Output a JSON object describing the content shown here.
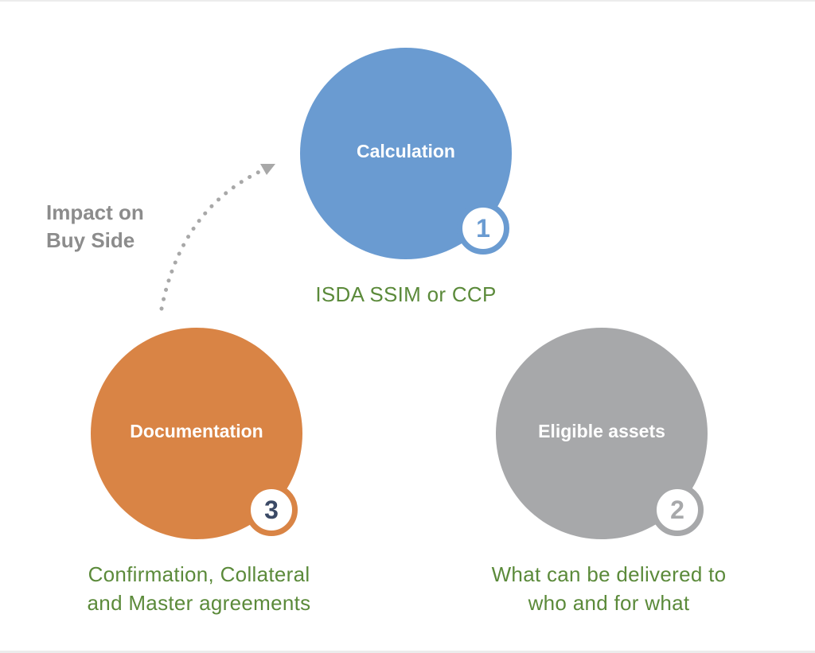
{
  "side_note": {
    "line1": "Impact on",
    "line2": "Buy Side"
  },
  "nodes": [
    {
      "label": "Calculation",
      "number": "1",
      "caption_line1": "ISDA SSIM or CCP",
      "caption_line2": "",
      "color": "#6a9bd1"
    },
    {
      "label": "Eligible assets",
      "number": "2",
      "caption_line1": "What can be delivered to",
      "caption_line2": "who and for what",
      "color": "#a7a8aa"
    },
    {
      "label": "Documentation",
      "number": "3",
      "caption_line1": "Confirmation, Collateral",
      "caption_line2": "and Master agreements",
      "color": "#d98445"
    }
  ],
  "colors": {
    "caption_text": "#5b8a3a",
    "side_note_text": "#8c8c8c",
    "badge3_number": "#3b4a66",
    "arrow": "#a8a8a8"
  }
}
